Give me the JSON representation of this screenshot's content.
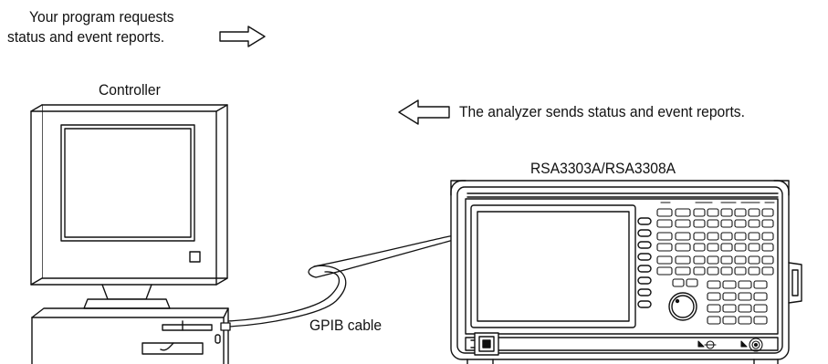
{
  "diagram": {
    "request_line1": "Your program requests",
    "request_line2": "status and event reports.",
    "controller_label": "Controller",
    "analyzer_message": "The analyzer sends status and event reports.",
    "analyzer_model": "RSA3303A/RSA3308A",
    "cable_label": "GPIB cable"
  }
}
